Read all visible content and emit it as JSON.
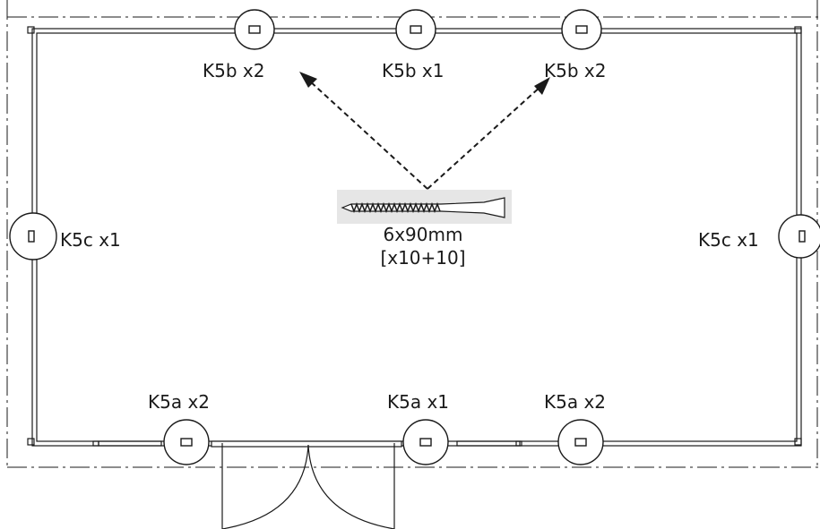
{
  "labels": {
    "top_left": "K5b x2",
    "top_center": "K5b x1",
    "top_right": "K5b x2",
    "left": "K5c x1",
    "right": "K5c x1",
    "bottom_left": "K5a x2",
    "bottom_center": "K5a x1",
    "bottom_right": "K5a x2"
  },
  "screw": {
    "size": "6x90mm",
    "quantity": "[x10+10]"
  },
  "colors": {
    "ink": "#1a1a1a",
    "screw_bg": "#e6e6e6"
  }
}
